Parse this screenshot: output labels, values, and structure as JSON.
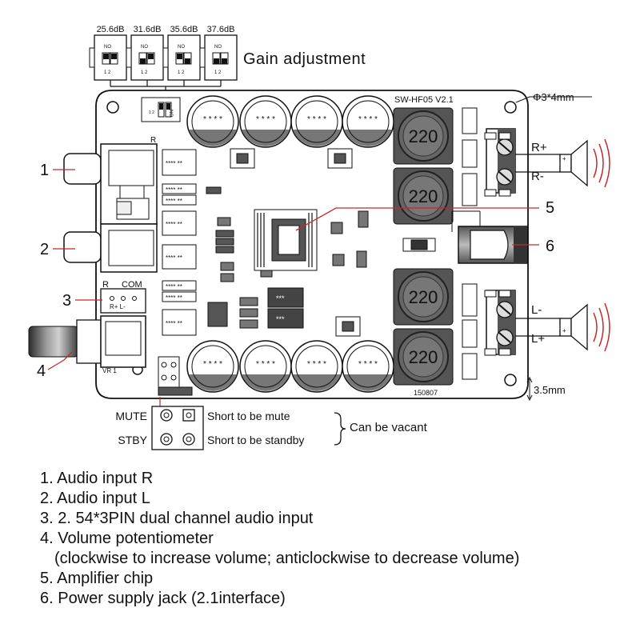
{
  "gain": {
    "title": "Gain adjustment",
    "switches": [
      {
        "db": "25.6dB",
        "on": "NO",
        "pins": "1  2"
      },
      {
        "db": "31.6dB",
        "on": "NO",
        "pins": "1  2"
      },
      {
        "db": "35.6dB",
        "on": "NO",
        "pins": "1  2"
      },
      {
        "db": "37.6dB",
        "on": "NO",
        "pins": "1  2"
      }
    ],
    "board_switch_label": "NO",
    "board_switch_pins": "1  2"
  },
  "board": {
    "version": "SW-HF05 V2.1",
    "inductor_value": "220",
    "serial": "150807",
    "mount_hole": "Φ3*4mm",
    "edge_offset": "3.5mm",
    "vr_label": "VR 1",
    "r_label": "R",
    "com_header": {
      "r": "R",
      "com": "COM",
      "pins": "R+  L-"
    },
    "capacitor_mark": "* * * *",
    "resistor_mark": "**** **",
    "chip_mark": "***"
  },
  "speakers": {
    "right": {
      "plus": "R+",
      "minus": "R-"
    },
    "left": {
      "minus": "L-",
      "plus": "L+"
    }
  },
  "callouts": [
    "1",
    "2",
    "3",
    "4",
    "5",
    "6"
  ],
  "jumpers": {
    "mute_label": "MUTE",
    "stby_label": "STBY",
    "mute_desc": "Short to be mute",
    "stby_desc": "Short to be standby",
    "note": "Can be vacant"
  },
  "legend": [
    "1. Audio input R",
    "2. Audio input L",
    "3. 2. 54*3PIN dual channel audio input",
    "4. Volume  potentiometer",
    "(clockwise to increase volume; anticlockwise to decrease volume)",
    "5. Amplifier chip",
    "6. Power supply jack (2.1interface)"
  ]
}
